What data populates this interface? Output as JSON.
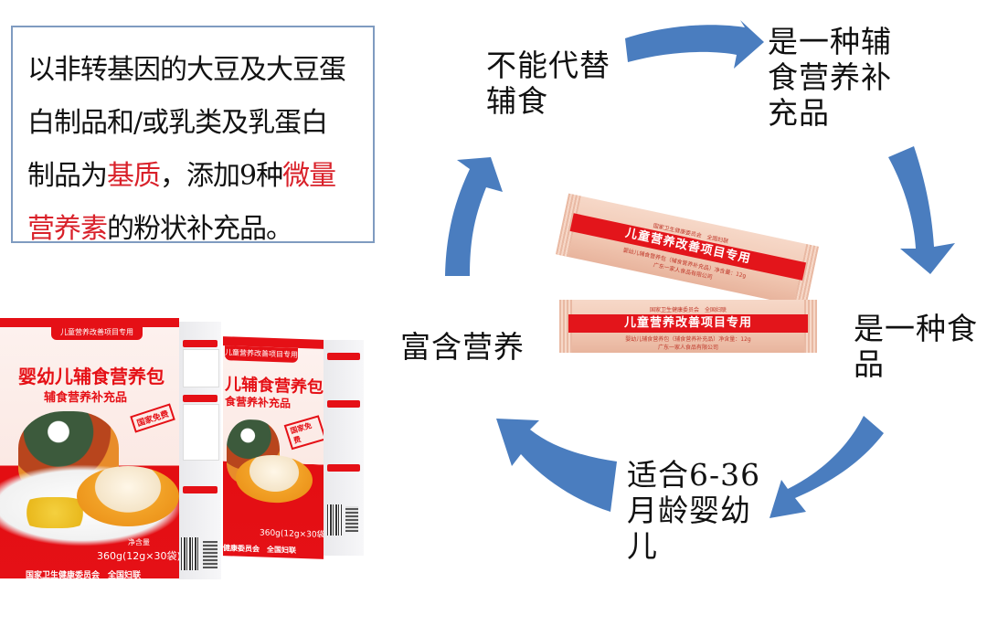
{
  "description": {
    "lines": [
      [
        {
          "text": "以非转基因的大豆及大豆蛋",
          "highlight": false
        }
      ],
      [
        {
          "text": "白制品和/或乳类及乳蛋白",
          "highlight": false
        }
      ],
      [
        {
          "text": "制品为",
          "highlight": false
        },
        {
          "text": "基质",
          "highlight": true
        },
        {
          "text": "，添加9种",
          "highlight": false
        },
        {
          "text": "微量",
          "highlight": true
        }
      ],
      [
        {
          "text": "营养素",
          "highlight": true
        },
        {
          "text": "的粉状补充品。",
          "highlight": false
        }
      ]
    ],
    "highlight_color": "#d9212a",
    "border_color": "#7f9bc0"
  },
  "cycle": {
    "arrow_color": "#4a7dbf",
    "labels": {
      "top_left": [
        "不能代替",
        "辅食"
      ],
      "top_right": [
        "是一种辅",
        "食营养补",
        "充品"
      ],
      "right": [
        "是一种食",
        "品"
      ],
      "bottom": [
        "适合6-36",
        "月龄婴幼",
        "儿"
      ],
      "left": [
        "富含营养"
      ]
    }
  },
  "product": {
    "box": {
      "banner": "儿童营养改善项目专用",
      "title": "婴幼儿辅食营养包",
      "title_partial": "儿辅食营养包",
      "subtitle": "辅食营养补充品",
      "subtitle_partial": "食营养补充品",
      "stamp": "国家免费",
      "net_label": "净含量",
      "net_weight": "360g(12g×30袋)",
      "org": "国家卫生健康委员会　全国妇联",
      "org_partial": "健康委员会　全国妇联"
    },
    "sachet": {
      "top_text": "国家卫生健康委员会　全国妇联",
      "band_text": "儿童营养改善项目专用",
      "line1": "婴幼儿辅食营养包（辅食营养补充品）净含量：12g",
      "line2": "广东一家人食品有限公司"
    }
  }
}
